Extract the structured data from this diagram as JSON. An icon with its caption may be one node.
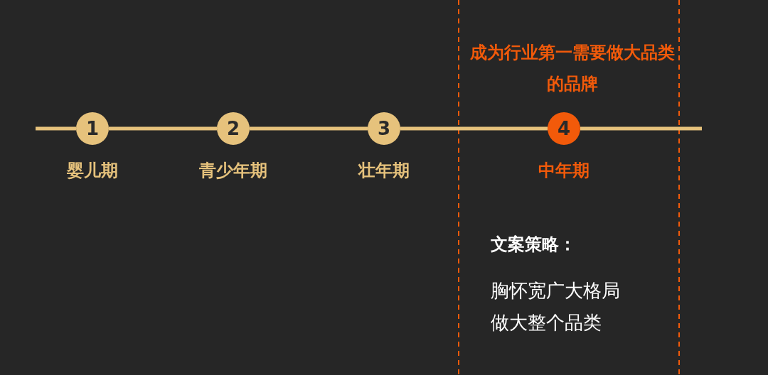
{
  "diagram": {
    "nodes": [
      {
        "text": [
          "1"
        ],
        "beside": [
          "婴儿期"
        ]
      },
      {
        "text": [
          "2"
        ],
        "beside": [
          "青少年期"
        ]
      },
      {
        "text": [
          "3"
        ],
        "beside": [
          "壮年期"
        ]
      },
      {
        "text": [
          "4"
        ],
        "beside": [
          "中年期"
        ]
      }
    ],
    "edges": [
      {
        "from": 0,
        "to": 1,
        "arrow": "none"
      },
      {
        "from": 1,
        "to": 2,
        "arrow": "none"
      },
      {
        "from": 2,
        "to": 3,
        "arrow": "none"
      }
    ],
    "labels": [
      "成为行业第一需要做大品类的品牌",
      "文案策略：",
      "胸怀宽广大格局",
      "做大整个品类"
    ]
  }
}
